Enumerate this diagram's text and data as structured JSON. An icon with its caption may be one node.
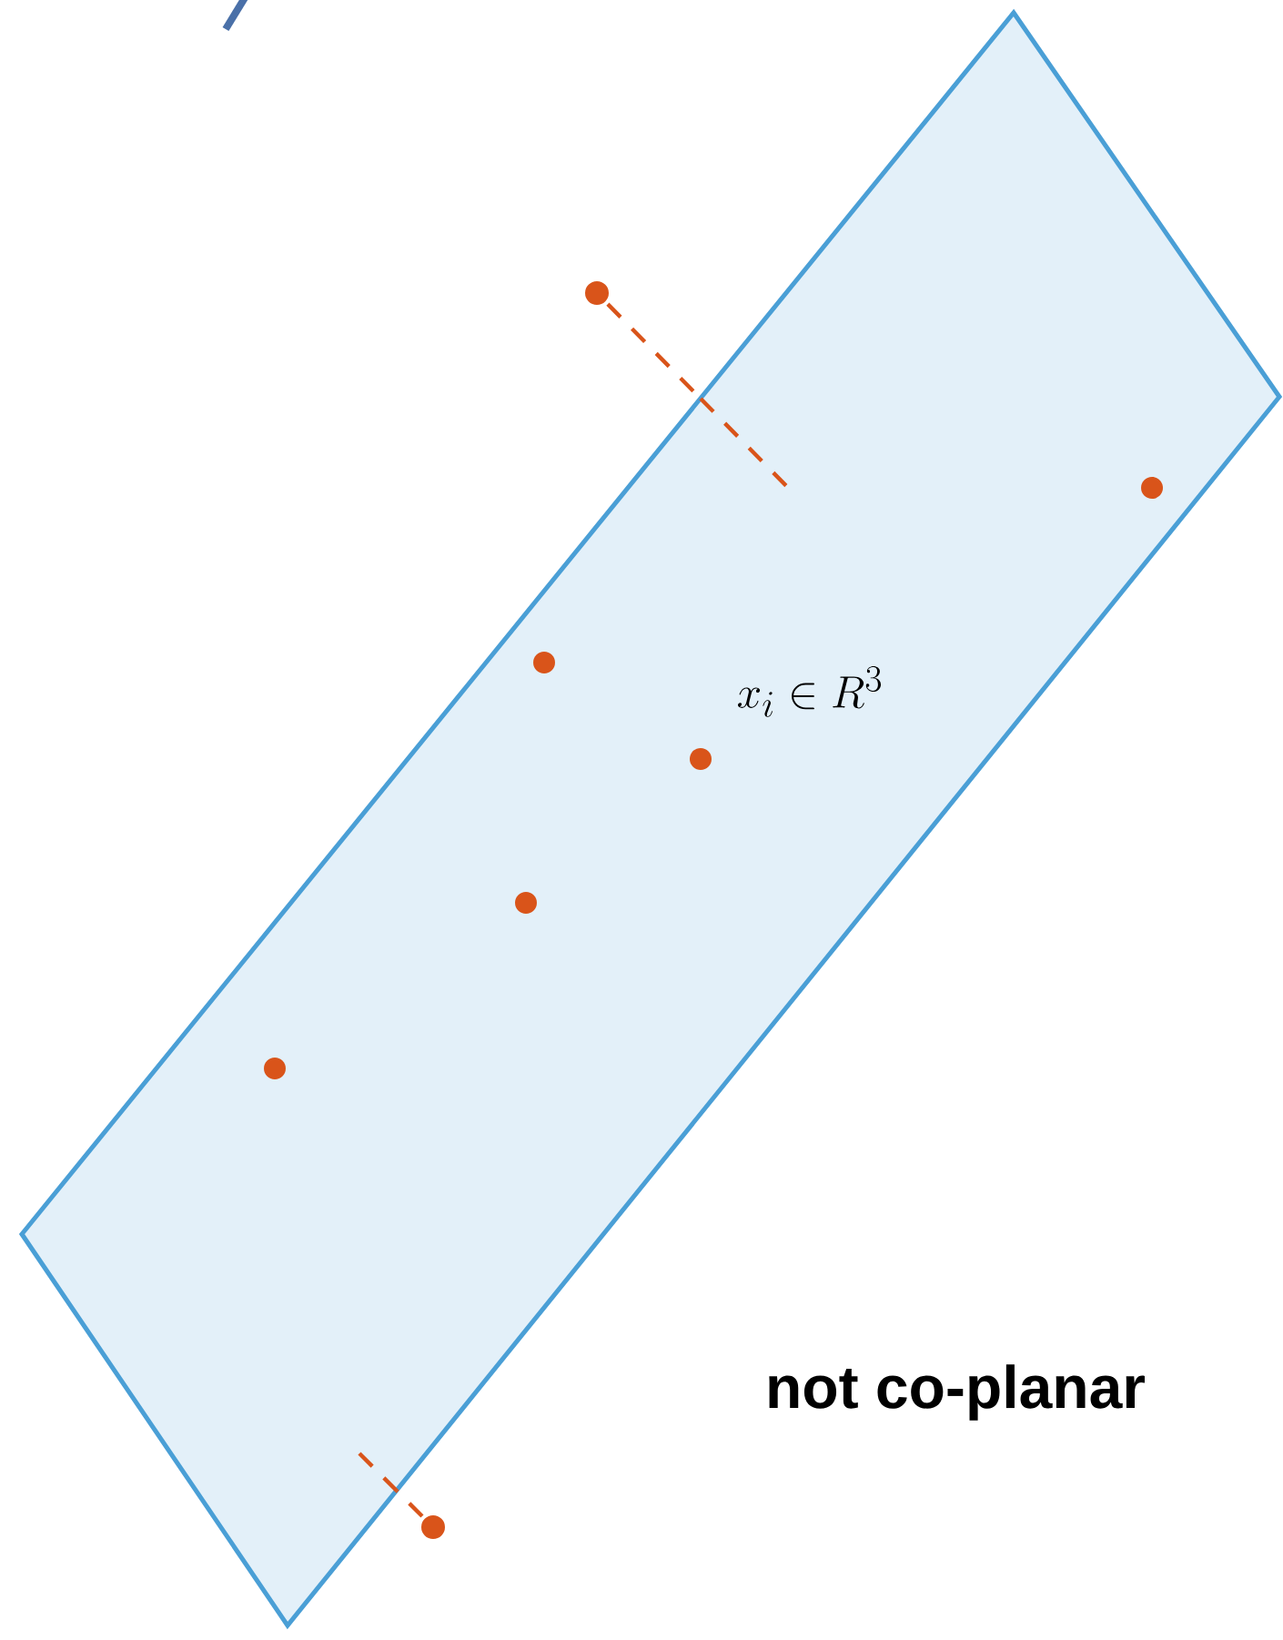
{
  "diagram": {
    "nodes": [
      {
        "text": [],
        "shape": "parallelogram"
      },
      {
        "text": [],
        "shape": "circle"
      },
      {
        "text": [],
        "shape": "circle",
        "in": 0
      },
      {
        "text": [],
        "shape": "circle",
        "in": 0
      },
      {
        "text": [],
        "shape": "circle",
        "in": 0
      },
      {
        "text": [],
        "shape": "circle",
        "in": 0
      },
      {
        "text": [],
        "shape": "circle",
        "in": 0
      },
      {
        "text": [],
        "shape": "circle"
      }
    ],
    "edges": [
      {
        "from": 1,
        "to": 0,
        "arrow": "none",
        "style": "dashed"
      },
      {
        "from": 7,
        "to": 0,
        "arrow": "none",
        "style": "dashed"
      }
    ],
    "labels": [
      "x_i \\in R^3",
      "not co-planar"
    ]
  }
}
